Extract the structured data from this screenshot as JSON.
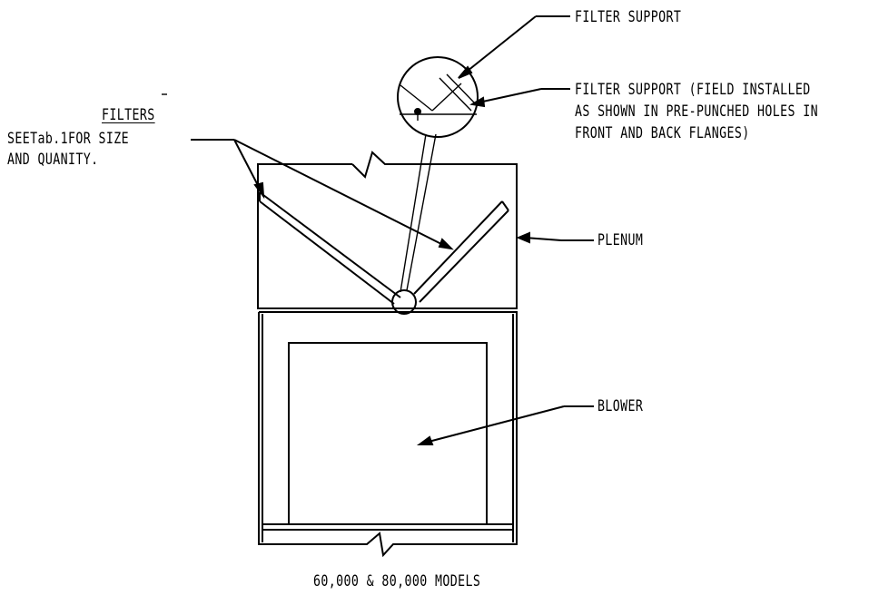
{
  "labels": {
    "filter_support_top": "FILTER SUPPORT",
    "filter_support_field_line1": "FILTER SUPPORT (FIELD INSTALLED",
    "filter_support_field_line2": "AS SHOWN IN PRE-PUNCHED HOLES IN",
    "filter_support_field_line3": "FRONT AND BACK FLANGES)",
    "filters_heading": "FILTERS",
    "filters_line1": "SEETab.1FOR SIZE",
    "filters_line2": "AND QUANITY.",
    "plenum": "PLENUM",
    "blower": "BLOWER",
    "models": "60,000 & 80,000 MODELS"
  }
}
